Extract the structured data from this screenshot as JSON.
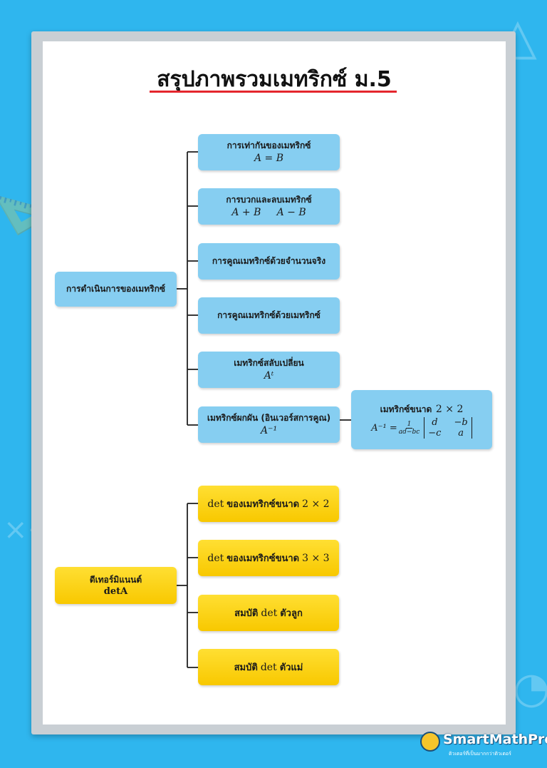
{
  "title": "สรุปภาพรวมเมทริกซ์ ม.5",
  "operations": {
    "root": "การดำเนินการของเมทริกซ์",
    "items": [
      {
        "label": "การเท่ากันของเมทริกซ์",
        "formula": "A = B"
      },
      {
        "label": "การบวกและลบเมทริกซ์",
        "formula": "A + B     A − B"
      },
      {
        "label": "การคูณเมทริกซ์ด้วยจำนวนจริง",
        "formula": ""
      },
      {
        "label": "การคูณเมทริกซ์ด้วยเมทริกซ์",
        "formula": ""
      },
      {
        "label": "เมทริกซ์สลับเปลี่ยน",
        "formula": "Aᵗ"
      },
      {
        "label": "เมทริกซ์ผกผัน (อินเวอร์สการคูณ)",
        "formula": "A⁻¹"
      }
    ],
    "inverse_detail": {
      "label": "เมทริกซ์ขนาด",
      "size": "2 × 2",
      "lhs": "A⁻¹ =",
      "frac_num": "1",
      "frac_den": "ad−bc",
      "matrix": [
        "d",
        "−b",
        "−c",
        "a"
      ]
    }
  },
  "determinant": {
    "root_label": "ดีเทอร์มิแนนต์",
    "root_formula": "detA",
    "items": [
      {
        "prefix": "det",
        "label": "ของเมทริกซ์ขนาด",
        "suffix": "2 × 2"
      },
      {
        "prefix": "det",
        "label": "ของเมทริกซ์ขนาด",
        "suffix": "3 × 3"
      },
      {
        "prefix": "สมบัติ",
        "label": "det",
        "suffix": "ตัวลูก"
      },
      {
        "prefix": "สมบัติ",
        "label": "det",
        "suffix": "ตัวแม่"
      }
    ]
  },
  "logo": {
    "name": "SmartMathPro",
    "tagline": "ติวเตอร์ที่เป็นมากกว่าติวเตอร์"
  },
  "colors": {
    "background": "#2fb6ee",
    "blue_box": "#86cef1",
    "yellow_box": "#f8c800",
    "underline": "#e4262d"
  }
}
